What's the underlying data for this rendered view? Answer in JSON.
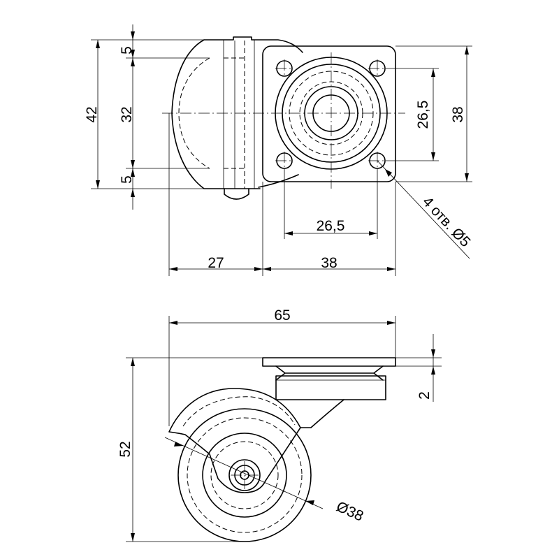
{
  "top_view": {
    "dims": {
      "flange_5_top": "5",
      "height_32": "32",
      "height_42": "42",
      "flange_5_bottom": "5",
      "offset_27": "27",
      "plate_38_w": "38",
      "holes_26_5_h": "26,5",
      "holes_26_5_v": "26,5",
      "plate_38_h": "38"
    },
    "hole_note": "4 отв. Ø5"
  },
  "side_view": {
    "dims": {
      "width_65": "65",
      "height_52": "52",
      "plate_2": "2",
      "wheel_dia": "Ø38"
    }
  }
}
